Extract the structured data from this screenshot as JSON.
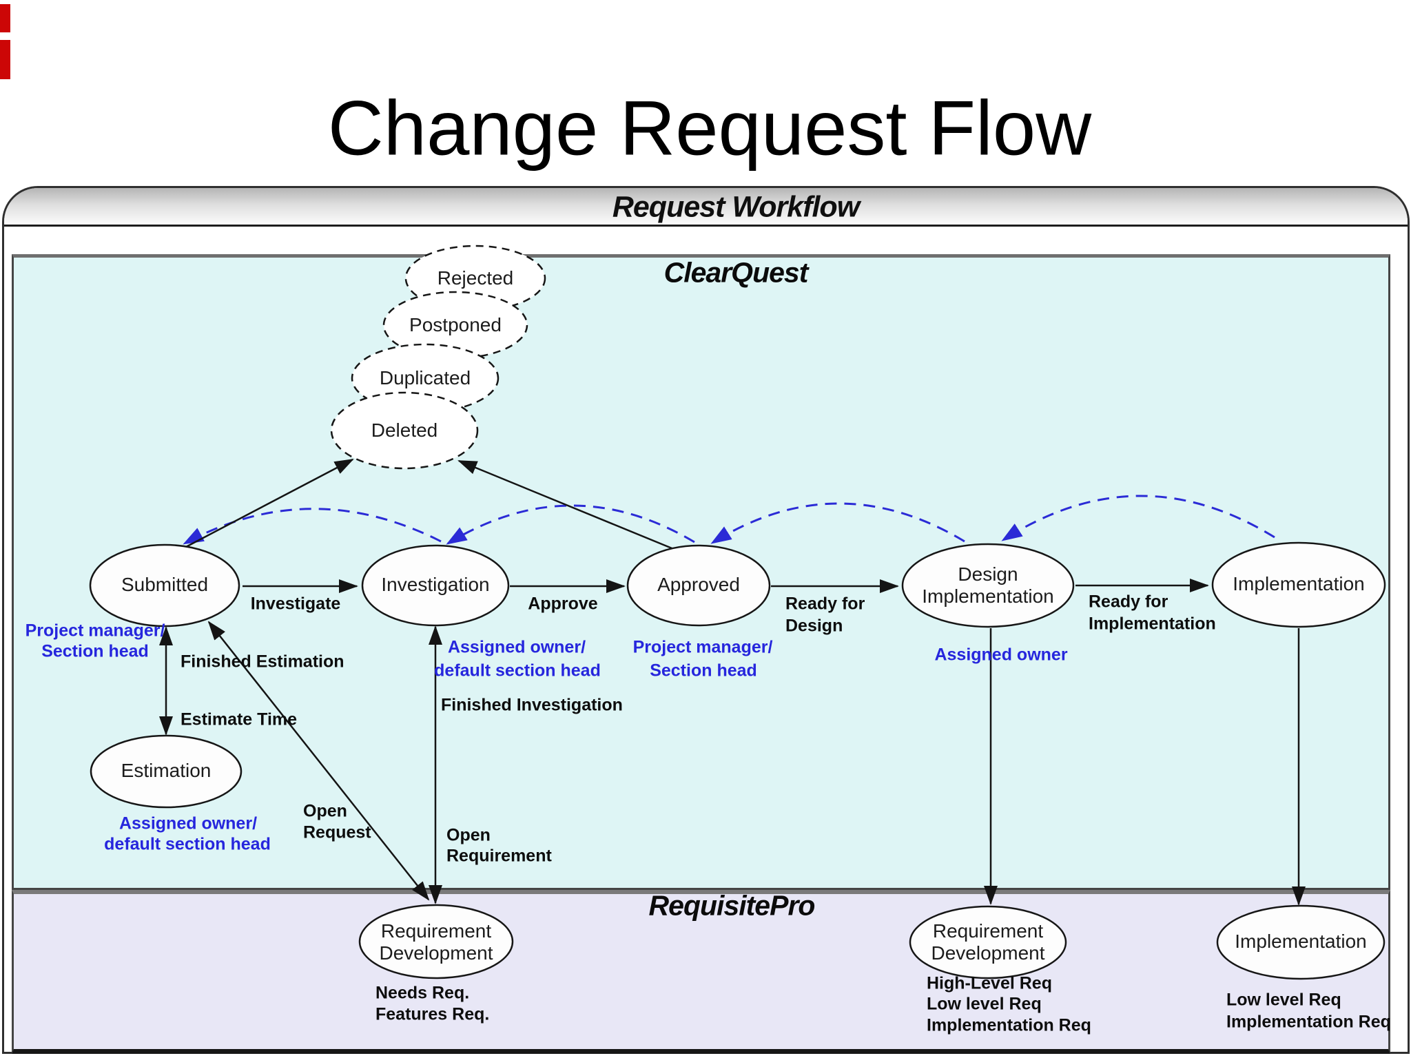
{
  "title": "Change Request Flow",
  "panel": {
    "header": "Request Workflow"
  },
  "sections": {
    "clearquest": "ClearQuest",
    "requisitepro": "RequisitePro"
  },
  "states": {
    "rejected": "Rejected",
    "postponed": "Postponed",
    "duplicated": "Duplicated",
    "deleted": "Deleted",
    "submitted": "Submitted",
    "investigation": "Investigation",
    "approved": "Approved",
    "design_implementation": {
      "line1": "Design",
      "line2": "Implementation"
    },
    "implementation": "Implementation",
    "estimation": "Estimation",
    "requirement_development_left": {
      "line1": "Requirement",
      "line2": "Development"
    },
    "requirement_development_right": {
      "line1": "Requirement",
      "line2": "Development"
    },
    "implementation_bottom": "Implementation"
  },
  "transitions": {
    "investigate": "Investigate",
    "approve": "Approve",
    "ready_for_design": {
      "line1": "Ready for",
      "line2": "Design"
    },
    "ready_for_implementation": {
      "line1": "Ready for",
      "line2": "Implementation"
    },
    "finished_estimation": "Finished Estimation",
    "estimate_time": "Estimate Time",
    "finished_investigation": "Finished Investigation",
    "open_request": {
      "line1": "Open",
      "line2": "Request"
    },
    "open_requirement": {
      "line1": "Open",
      "line2": "Requirement"
    }
  },
  "roles": {
    "submitted": {
      "line1": "Project manager/",
      "line2": "Section head"
    },
    "investigation": {
      "line1": "Assigned owner/",
      "line2": "default section head"
    },
    "approved": {
      "line1": "Project manager/",
      "line2": "Section head"
    },
    "design_implementation": "Assigned owner",
    "estimation": {
      "line1": "Assigned owner/",
      "line2": "default section head"
    }
  },
  "artifacts": {
    "requirement_development_left": {
      "line1": "Needs Req.",
      "line2": "Features Req."
    },
    "requirement_development_right": {
      "line1": "High-Level Req",
      "line2": "Low level Req",
      "line3": "Implementation Req"
    },
    "implementation_bottom": {
      "line1": "Low level Req",
      "line2": "Implementation Req"
    }
  },
  "colors": {
    "clearquest_bg": "#def5f5",
    "requisitepro_bg": "#e8e7f6",
    "role_text_blue": "#2626dd",
    "arc_blue": "#2b2bd6",
    "line_black": "#141414",
    "accent_red": "#cc0606"
  }
}
